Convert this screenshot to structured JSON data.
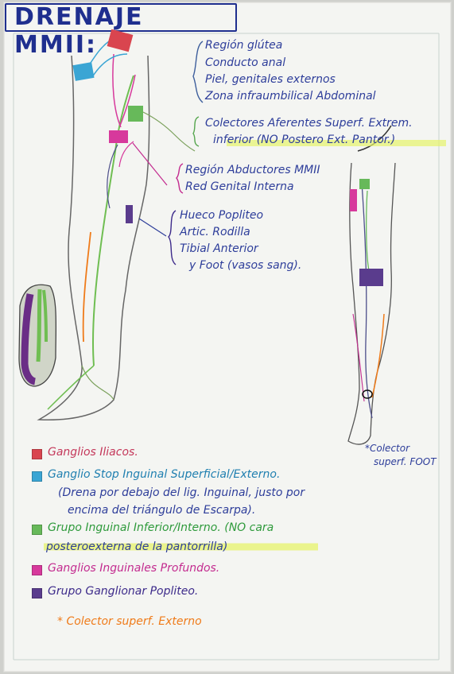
{
  "title": "DRENAJE MMII:",
  "annotations": {
    "group1": [
      "Región glútea",
      "Conducto anal",
      "Piel, genitales externos",
      "Zona infraumbilical Abdominal"
    ],
    "group2": [
      "Colectores Aferentes Superf. Extrem.",
      "inferior (NO Postero Ext. Pantor.)"
    ],
    "group3": [
      "Región Abductores MMII",
      "Red Genital Interna"
    ],
    "group4": [
      "Hueco Popliteo",
      "Artic. Rodilla",
      "Tibial Anterior",
      "y Foot (vasos sang)."
    ],
    "collector": [
      "*Colector",
      "superf. FOOT"
    ]
  },
  "legend": [
    {
      "color": "#d9454f",
      "text": "Ganglios Iliacos.",
      "class": "red"
    },
    {
      "color": "#3aa5d4",
      "text": "Ganglio Stop Inguinal Superficial/Externo.",
      "class": "teal"
    },
    {
      "color": "",
      "text": "(Drena por debajo del lig. Inguinal, justo por",
      "class": "blue"
    },
    {
      "color": "",
      "text": "encima del triángulo de Escarpa).",
      "class": "blue"
    },
    {
      "color": "#67b95a",
      "text": "Grupo Inguinal Inferior/Interno. (NO cara",
      "class": "green"
    },
    {
      "color": "",
      "text": "posteroexterna de la pantorrilla)",
      "class": "blue"
    },
    {
      "color": "#d7399c",
      "text": "Ganglios Inguinales Profundos.",
      "class": "pink"
    },
    {
      "color": "#5a3c8d",
      "text": "Grupo Ganglionar Popliteo.",
      "class": "purple"
    },
    {
      "color": "",
      "text": "* Colector superf. Externo",
      "class": "orange"
    }
  ]
}
